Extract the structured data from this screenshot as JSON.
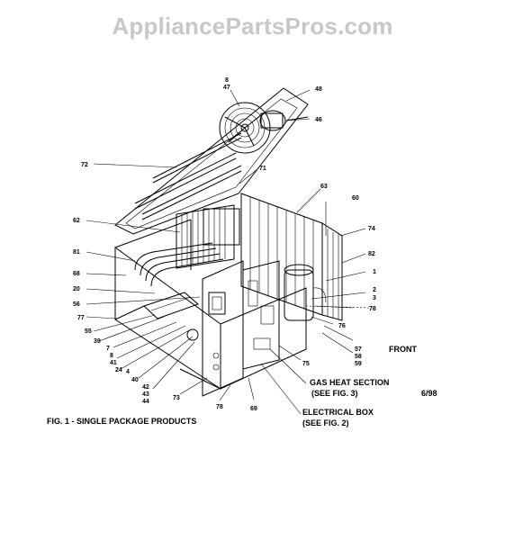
{
  "watermark": "AppliancePartsPros.com",
  "caption": "FIG. 1 - SINGLE PACKAGE PRODUCTS",
  "date": "6/98",
  "orientation": "FRONT",
  "sections": {
    "gas_heat": {
      "line1": "GAS HEAT SECTION",
      "line2": "(SEE FIG. 3)"
    },
    "electrical": {
      "line1": "ELECTRICAL BOX",
      "line2": "(SEE FIG. 2)"
    }
  },
  "callouts": [
    "8",
    "47",
    "48",
    "46",
    "72",
    "71",
    "63",
    "60",
    "62",
    "74",
    "81",
    "82",
    "68",
    "1",
    "20",
    "2",
    "3",
    "56",
    "78",
    "77",
    "55",
    "39",
    "7",
    "8",
    "41",
    "24",
    "4",
    "40",
    "42",
    "43",
    "44",
    "73",
    "76",
    "57",
    "58",
    "59",
    "75",
    "78",
    "69"
  ]
}
